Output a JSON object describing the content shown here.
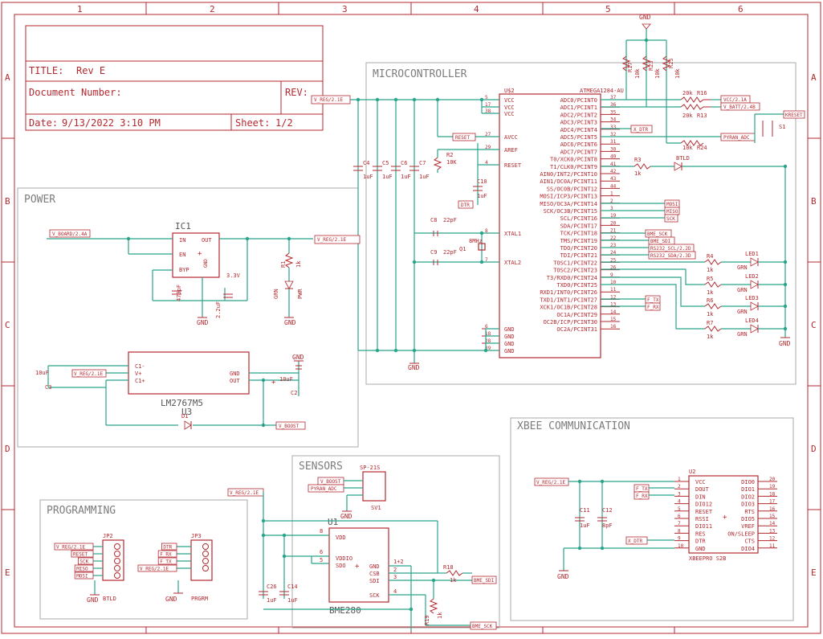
{
  "title_block": {
    "title_label": "TITLE:",
    "title_value": "Rev E",
    "docnum_label": "Document Number:",
    "rev_label": "REV:",
    "date_label": "Date:",
    "date_value": "9/13/2022 3:10 PM",
    "sheet_label": "Sheet:",
    "sheet_value": "1/2"
  },
  "grid": {
    "columns": [
      "1",
      "2",
      "3",
      "4",
      "5",
      "6"
    ],
    "rows": [
      "A",
      "B",
      "C",
      "D",
      "E"
    ]
  },
  "zones": {
    "microcontroller": "MICROCONTROLLER",
    "power": "POWER",
    "sensors": "SENSORS",
    "programming": "PROGRAMMING",
    "xbee": "XBEE COMMUNICATION"
  },
  "mcu": {
    "part": "ATMEGA1284-AU",
    "ref": "U$2",
    "left_pins": [
      {
        "name": "VCC",
        "num": "5"
      },
      {
        "name": "VCC",
        "num": "17"
      },
      {
        "name": "VCC",
        "num": "38"
      },
      {
        "name": "AVCC",
        "num": "27"
      },
      {
        "name": "AREF",
        "num": "29"
      },
      {
        "name": "RESET",
        "num": "4"
      },
      {
        "name": "XTAL1",
        "num": "8"
      },
      {
        "name": "XTAL2",
        "num": "7"
      },
      {
        "name": "GND",
        "num": "6"
      },
      {
        "name": "GND",
        "num": "18"
      },
      {
        "name": "GND",
        "num": "28"
      },
      {
        "name": "GND",
        "num": "39"
      }
    ],
    "right_pins": [
      {
        "name": "ADC0/PCINT0",
        "num": "37"
      },
      {
        "name": "ADC1/PCINT1",
        "num": "36"
      },
      {
        "name": "ADC2/PCINT2",
        "num": "35"
      },
      {
        "name": "ADC3/PCINT3",
        "num": "34"
      },
      {
        "name": "ADC4/PCINT4",
        "num": "33"
      },
      {
        "name": "ADC5/PCINT5",
        "num": "32"
      },
      {
        "name": "ADC6/PCINT6",
        "num": "31"
      },
      {
        "name": "ADC7/PCINT7",
        "num": "30"
      },
      {
        "name": "T0/XCK0/PCINT8",
        "num": "40"
      },
      {
        "name": "T1/CLK0/PCINT9",
        "num": "41"
      },
      {
        "name": "AIN0/INT2/PCINT10",
        "num": "42"
      },
      {
        "name": "AIN1/OC0A/PCINT11",
        "num": "43"
      },
      {
        "name": "SS/OC0B/PCINT12",
        "num": "44"
      },
      {
        "name": "MOSI/ICP3/PCINT13",
        "num": "1"
      },
      {
        "name": "MISO/OC3A/PCINT14",
        "num": "2"
      },
      {
        "name": "SCK/OC3B/PCINT15",
        "num": "3"
      },
      {
        "name": "SCL/PCINT16",
        "num": "19"
      },
      {
        "name": "SDA/PCINT17",
        "num": "20"
      },
      {
        "name": "TCK/PCINT18",
        "num": "21"
      },
      {
        "name": "TMS/PCINT19",
        "num": "22"
      },
      {
        "name": "TDO/PCINT20",
        "num": "23"
      },
      {
        "name": "TDI/PCINT21",
        "num": "24"
      },
      {
        "name": "TOSC1/PCINT22",
        "num": "25"
      },
      {
        "name": "TOSC2/PCINT23",
        "num": "26"
      },
      {
        "name": "T3/RXD0/PCINT24",
        "num": "9"
      },
      {
        "name": "TXD0/PCINT25",
        "num": "10"
      },
      {
        "name": "RXD1/INT0/PCINT26",
        "num": "11"
      },
      {
        "name": "TXD1/INT1/PCINT27",
        "num": "12"
      },
      {
        "name": "XCK1/OC1B/PCINT28",
        "num": "13"
      },
      {
        "name": "OC1A/PCINT29",
        "num": "14"
      },
      {
        "name": "OC2B/ICP/PCINT30",
        "num": "15"
      },
      {
        "name": "OC2A/PCINT31",
        "num": "16"
      }
    ]
  },
  "labels": {
    "v_reg": "V_REG/2.1E",
    "v_board": "V_BOARD/2.4A",
    "v_boost": "V_BOOST",
    "reset_net": "RESET",
    "dtr_net": "DTR",
    "vcc_net": "VCC/2.1A",
    "v_batt": "V_BATT/2.4B",
    "x_dtr": "X_DTR",
    "pyran_adc": "PYRAN_ADC",
    "mosi": "MOSI",
    "miso": "MISO",
    "sck": "SCK",
    "bme_sck": "BME_SCK",
    "bme_sdi": "BME_SDI",
    "rs232_scl": "RS232_SCL/2.2D",
    "rs232_sda": "RS232_SDA/2.3D",
    "f_tx": "F_TX",
    "f_rx": "F_RX",
    "kreset": "KRESET",
    "gnd": "GND"
  },
  "parts": {
    "r17": "R17",
    "r17v": "10k",
    "r23": "R23",
    "r23v": "10k",
    "r25": "R25",
    "r25v": "10k",
    "r16": "R16",
    "r16v": "20k",
    "r13": "R13",
    "r13v": "20k",
    "r24": "R24",
    "r24v": "10k",
    "r3": "R3",
    "r3v": "1k",
    "btld_led": "BTLD",
    "r2": "R2",
    "r2v": "10K",
    "c10": "C10",
    "c10v": "1uF",
    "c4": "C4",
    "c4v": "1uF",
    "c5": "C5",
    "c5v": "1uF",
    "c6": "C6",
    "c6v": "1uF",
    "c7": "C7",
    "c7v": "1uF",
    "c8": "C8",
    "c8v": "22pF",
    "c9": "C9",
    "c9v": "22pF",
    "q1": "Q1",
    "q1v": "8MHz",
    "leds": [
      {
        "r": "R4",
        "rv": "1k",
        "led": "LED1",
        "col": "GRN"
      },
      {
        "r": "R5",
        "rv": "1k",
        "led": "LED2",
        "col": "GRN"
      },
      {
        "r": "R6",
        "rv": "1k",
        "led": "LED3",
        "col": "GRN"
      },
      {
        "r": "R7",
        "rv": "1k",
        "led": "LED4",
        "col": "GRN"
      }
    ],
    "s1": "S1",
    "ic1": "IC1",
    "ic1_in": "IN",
    "ic1_en": "EN",
    "ic1_out": "OUT",
    "ic1_byp": "BYP",
    "ic1_gnd": "GND",
    "ic1_v": "3.3V",
    "c_470": "470pF",
    "c_22u": "2.2uF",
    "r1": "R1",
    "r1v": "1k",
    "pwr_led": "PWR",
    "grn": "GRN",
    "u3": "U3",
    "u3_part": "LM2767M5",
    "u3_c1m": "C1-",
    "u3_vp": "V+",
    "u3_c1p": "C1+",
    "u3_gnd": "GND",
    "u3_out": "OUT",
    "c3": "C3",
    "c3v": "10uF",
    "c2": "C2",
    "c2v": "10uF",
    "d1": "D1",
    "sv1": "SV1",
    "sv1_part": "SP-21S",
    "u1": "U1",
    "u1_part": "BME280",
    "u1_vdd": "VDD",
    "u1_vddio": "VDDIO",
    "u1_sdo": "SDO",
    "u1_gnd": "GND",
    "u1_csb": "CSB",
    "u1_sdi": "SDI",
    "u1_sck": "SCK",
    "c26": "C26",
    "c26v": "1uF",
    "c14": "C14",
    "c14v": "1uF",
    "r18": "R18",
    "r18v": "1k",
    "r19": "R19",
    "r19v": "1k",
    "jp2": "JP2",
    "jp2_name": "BTLD",
    "jp3": "JP3",
    "jp3_name": "PRGRM",
    "jp2_pins": [
      "V_REG/2.1E",
      "RESET",
      "SCK",
      "MISO",
      "MOSI"
    ],
    "jp3_pins": [
      "DTR",
      "F_RX",
      "F_TX",
      "V_REG/2.1E"
    ],
    "u2": "U2",
    "u2_part": "XBEEPRO S2B",
    "u2_left": [
      "VCC",
      "DOUT",
      "DIN",
      "DIO12",
      "RESET",
      "RSSI",
      "DIO11",
      "RES",
      "DTR",
      "GND"
    ],
    "u2_left_num": [
      "1",
      "2",
      "3",
      "4",
      "5",
      "6",
      "7",
      "8",
      "9",
      "10"
    ],
    "u2_right": [
      "DIO0",
      "DIO1",
      "DIO2",
      "DIO3",
      "RTS",
      "DIO5",
      "VREF",
      "ON/SLEEP",
      "CTS",
      "DIO4"
    ],
    "u2_right_num": [
      "20",
      "19",
      "18",
      "17",
      "16",
      "15",
      "14",
      "13",
      "12",
      "11"
    ],
    "c11": "C11",
    "c11v": "1uF",
    "c12": "C12",
    "c12v": "8pF"
  }
}
